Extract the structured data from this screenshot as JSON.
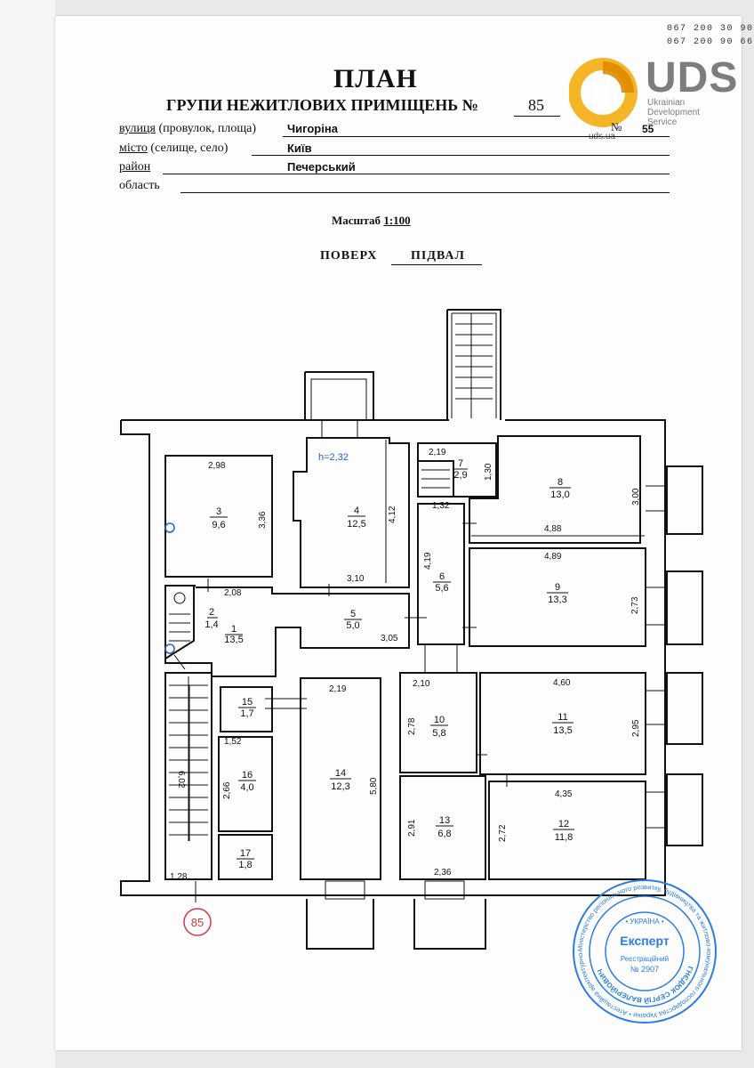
{
  "header": {
    "phones": [
      "067 200 30 90",
      "067 200 90 66"
    ],
    "logo": {
      "brand": "UDS",
      "tagline_lines": [
        "Ukrainian",
        "Development",
        "Service"
      ],
      "site": "uds.ua",
      "colors": {
        "ring": "#f2a900",
        "text": "#7d7d7d"
      }
    }
  },
  "document": {
    "title": "ПЛАН",
    "subtitle": "ГРУПИ НЕЖИТЛОВИХ ПРИМІЩЕНЬ №",
    "group_number": "85",
    "fields": {
      "street_label_underlined": "вулиця",
      "street_label_rest": "(провулок, площа)",
      "street_value": "Чигоріна",
      "house_no_label": "№",
      "house_no_value": "55",
      "city_label_underlined": "місто",
      "city_label_rest": "(селище, село)",
      "city_value": "Київ",
      "district_label": "район",
      "district_value": "Печерський",
      "region_label": "область",
      "region_value": ""
    },
    "scale_label": "Масштаб",
    "scale_value": "1:100",
    "floor_label": "ПОВЕРХ",
    "floor_value": "ПІДВАЛ"
  },
  "plan": {
    "height_note": "h=2,32",
    "rooms": [
      {
        "no": "1",
        "area": "13,5"
      },
      {
        "no": "2",
        "area": "1,4"
      },
      {
        "no": "3",
        "area": "9,6"
      },
      {
        "no": "4",
        "area": "12,5"
      },
      {
        "no": "5",
        "area": "5,0"
      },
      {
        "no": "6",
        "area": "5,6"
      },
      {
        "no": "7",
        "area": "2,9"
      },
      {
        "no": "8",
        "area": "13,0"
      },
      {
        "no": "9",
        "area": "13,3"
      },
      {
        "no": "10",
        "area": "5,8"
      },
      {
        "no": "11",
        "area": "13,5"
      },
      {
        "no": "12",
        "area": "11,8"
      },
      {
        "no": "13",
        "area": "6,8"
      },
      {
        "no": "14",
        "area": "12,3"
      },
      {
        "no": "15",
        "area": "1,7"
      },
      {
        "no": "16",
        "area": "4,0"
      },
      {
        "no": "17",
        "area": "1,8"
      }
    ],
    "dimensions": [
      "2,98",
      "3,36",
      "4,12",
      "3,10",
      "2,19",
      "1,30",
      "1,32",
      "3,00",
      "4,88",
      "4,89",
      "4,19",
      "2,73",
      "2,08",
      "3,05",
      "2,10",
      "4,60",
      "2,78",
      "2,95",
      "2,19",
      "1,52",
      "5,80",
      "4,35",
      "2,66",
      "2,91",
      "2,72",
      "6,02",
      "1,28",
      "2,36"
    ],
    "marker": "85"
  },
  "stamp": {
    "top_text": "• УКРАЇНА •",
    "title": "Експерт",
    "reg_label": "Реєстраційний",
    "reg_no": "№ 2907",
    "ring_text": "Міністерство регіонального розвитку, будівництва та житлово-комунального господарства України • Атестаційна архітектурно-будівельна комісія •",
    "name_text": "ГНЄДЮК СЕРГІЙ ВАЛЕРІЙОВИЧ",
    "color": "#2b7de0"
  }
}
